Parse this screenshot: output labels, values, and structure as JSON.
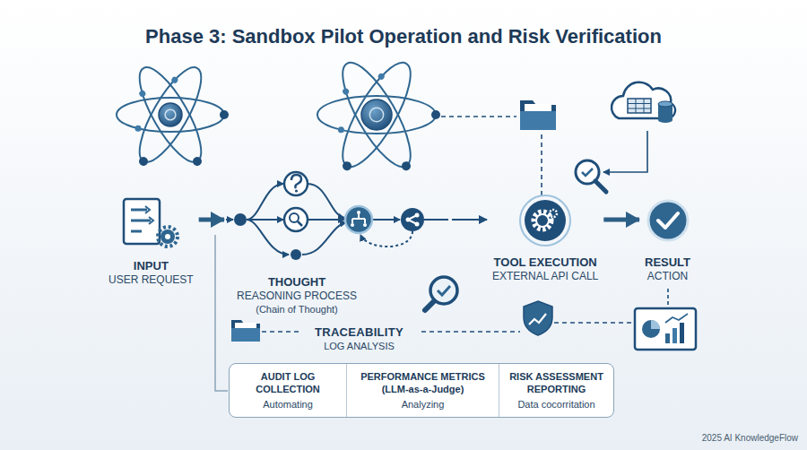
{
  "diagram": {
    "title": "Phase 3: Sandbox Pilot Operation and Risk Verification",
    "nodes": [
      {
        "text": [
          "INPUT",
          "USER REQUEST"
        ]
      },
      {
        "text": [
          "THOUGHT",
          "REASONING PROCESS",
          "(Chain of Thought)"
        ]
      },
      {
        "text": [
          "TOOL EXECUTION",
          "EXTERNAL API CALL"
        ]
      },
      {
        "text": [
          "RESULT",
          "ACTION"
        ]
      },
      {
        "text": [
          "TRACEABILITY",
          "LOG ANALYSIS"
        ]
      },
      {
        "text": []
      },
      {
        "text": [
          "AUDIT LOG COLLECTION",
          "Automating"
        ],
        "in": 5
      },
      {
        "text": [
          "PERFORMANCE METRICS (LLM-as-a-Judge)",
          "Analyzing"
        ],
        "in": 5
      },
      {
        "text": [
          "RISK ASSESSMENT REPORTING",
          "Data cocorritation"
        ],
        "in": 5
      }
    ],
    "edges": [
      {
        "from": 0,
        "to": 1,
        "arrow": "to"
      },
      {
        "from": 1,
        "to": 2,
        "arrow": "to"
      },
      {
        "from": 2,
        "to": 3,
        "arrow": "to"
      }
    ],
    "labels": [
      "2025 AI KnowledgeFlow"
    ]
  }
}
